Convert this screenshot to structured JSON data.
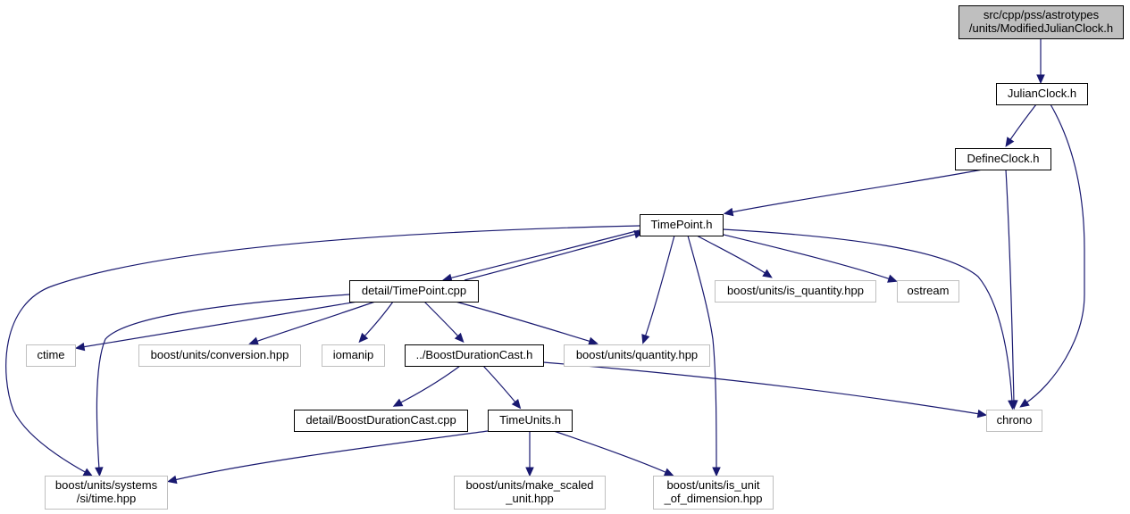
{
  "graph": {
    "nodes": [
      {
        "id": "modjulian",
        "lines": [
          "src/cpp/pss/astrotypes",
          "/units/ModifiedJulianClock.h"
        ],
        "kind": "root"
      },
      {
        "id": "julian",
        "lines": [
          "JulianClock.h"
        ],
        "kind": "internal"
      },
      {
        "id": "define",
        "lines": [
          "DefineClock.h"
        ],
        "kind": "internal"
      },
      {
        "id": "timepoint",
        "lines": [
          "TimePoint.h"
        ],
        "kind": "internal"
      },
      {
        "id": "detail_tp",
        "lines": [
          "detail/TimePoint.cpp"
        ],
        "kind": "internal"
      },
      {
        "id": "is_quantity",
        "lines": [
          "boost/units/is_quantity.hpp"
        ],
        "kind": "external"
      },
      {
        "id": "ostream",
        "lines": [
          "ostream"
        ],
        "kind": "external"
      },
      {
        "id": "ctime",
        "lines": [
          "ctime"
        ],
        "kind": "external"
      },
      {
        "id": "conversion",
        "lines": [
          "boost/units/conversion.hpp"
        ],
        "kind": "external"
      },
      {
        "id": "iomanip",
        "lines": [
          "iomanip"
        ],
        "kind": "external"
      },
      {
        "id": "bdc",
        "lines": [
          "../BoostDurationCast.h"
        ],
        "kind": "internal"
      },
      {
        "id": "quantity",
        "lines": [
          "boost/units/quantity.hpp"
        ],
        "kind": "external"
      },
      {
        "id": "detail_bdc",
        "lines": [
          "detail/BoostDurationCast.cpp"
        ],
        "kind": "internal"
      },
      {
        "id": "timeunits",
        "lines": [
          "TimeUnits.h"
        ],
        "kind": "internal"
      },
      {
        "id": "chrono",
        "lines": [
          "chrono"
        ],
        "kind": "external"
      },
      {
        "id": "si_time",
        "lines": [
          "boost/units/systems",
          "/si/time.hpp"
        ],
        "kind": "external"
      },
      {
        "id": "make_scaled",
        "lines": [
          "boost/units/make_scaled",
          "_unit.hpp"
        ],
        "kind": "external"
      },
      {
        "id": "is_unit",
        "lines": [
          "boost/units/is_unit",
          "_of_dimension.hpp"
        ],
        "kind": "external"
      }
    ],
    "edges": [
      {
        "from": "modjulian",
        "to": "julian"
      },
      {
        "from": "julian",
        "to": "define"
      },
      {
        "from": "julian",
        "to": "chrono"
      },
      {
        "from": "define",
        "to": "timepoint"
      },
      {
        "from": "define",
        "to": "chrono"
      },
      {
        "from": "timepoint",
        "to": "detail_tp"
      },
      {
        "from": "detail_tp",
        "to": "timepoint"
      },
      {
        "from": "timepoint",
        "to": "is_quantity"
      },
      {
        "from": "timepoint",
        "to": "ostream"
      },
      {
        "from": "timepoint",
        "to": "chrono"
      },
      {
        "from": "timepoint",
        "to": "si_time"
      },
      {
        "from": "timepoint",
        "to": "quantity"
      },
      {
        "from": "timepoint",
        "to": "is_unit"
      },
      {
        "from": "detail_tp",
        "to": "ctime"
      },
      {
        "from": "detail_tp",
        "to": "conversion"
      },
      {
        "from": "detail_tp",
        "to": "iomanip"
      },
      {
        "from": "detail_tp",
        "to": "bdc"
      },
      {
        "from": "detail_tp",
        "to": "quantity"
      },
      {
        "from": "detail_tp",
        "to": "si_time"
      },
      {
        "from": "bdc",
        "to": "detail_bdc"
      },
      {
        "from": "bdc",
        "to": "timeunits"
      },
      {
        "from": "bdc",
        "to": "chrono"
      },
      {
        "from": "timeunits",
        "to": "si_time"
      },
      {
        "from": "timeunits",
        "to": "make_scaled"
      },
      {
        "from": "timeunits",
        "to": "is_unit"
      }
    ]
  }
}
